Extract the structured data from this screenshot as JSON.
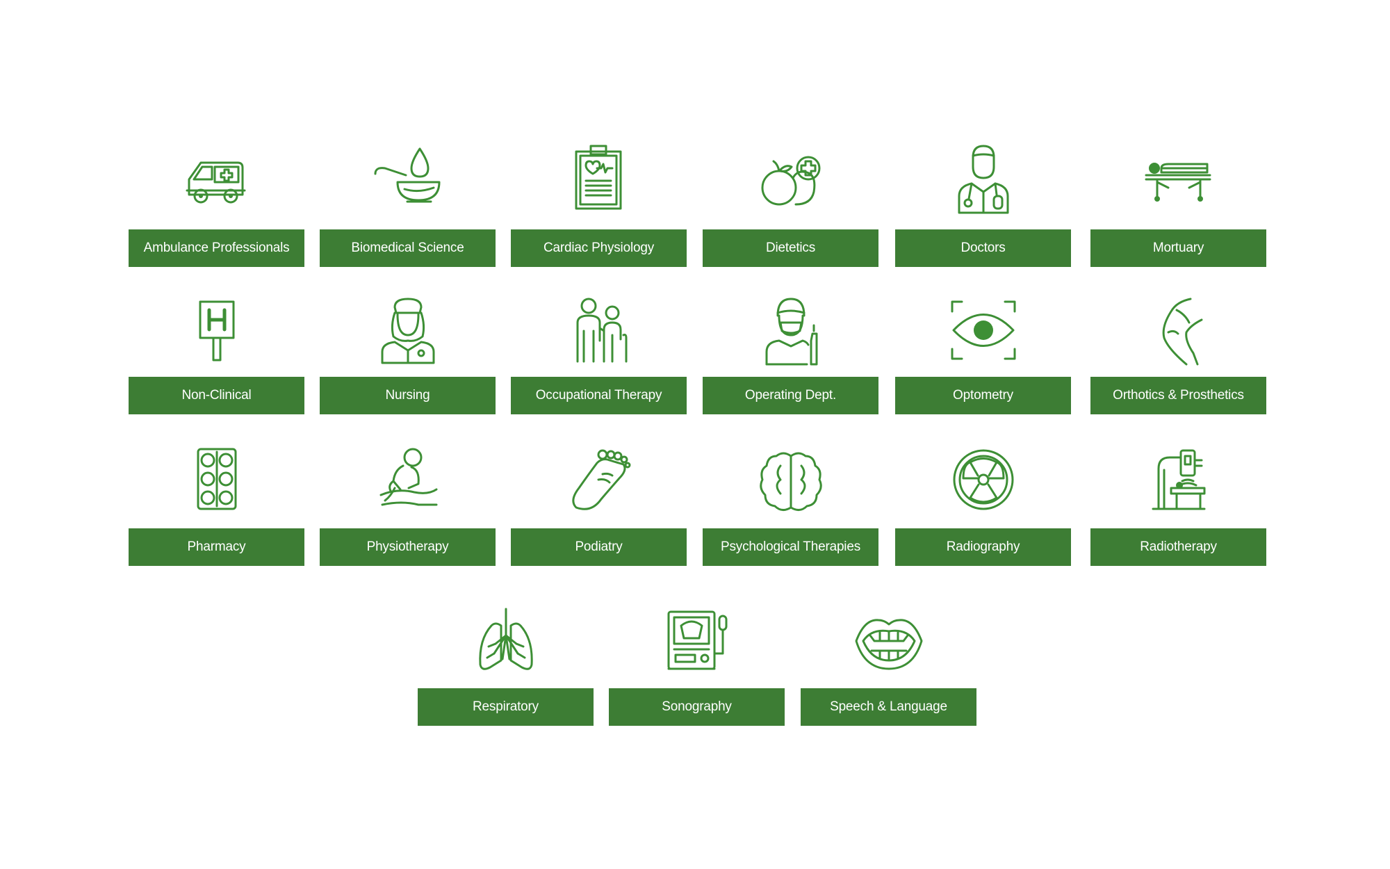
{
  "accent_color": "#3d7d34",
  "icon_color": "#3d8f35",
  "categories": [
    {
      "label": "Ambulance Professionals",
      "icon": "ambulance-icon"
    },
    {
      "label": "Biomedical Science",
      "icon": "blood-drop-dish-icon"
    },
    {
      "label": "Cardiac Physiology",
      "icon": "heart-clipboard-icon"
    },
    {
      "label": "Dietetics",
      "icon": "fruit-plus-icon"
    },
    {
      "label": "Doctors",
      "icon": "doctor-icon"
    },
    {
      "label": "Mortuary",
      "icon": "body-stretcher-icon"
    },
    {
      "label": "Non-Clinical",
      "icon": "hospital-sign-icon"
    },
    {
      "label": "Nursing",
      "icon": "nurse-icon"
    },
    {
      "label": "Occupational Therapy",
      "icon": "elderly-assist-icon"
    },
    {
      "label": "Operating Dept.",
      "icon": "surgeon-icon"
    },
    {
      "label": "Optometry",
      "icon": "eye-scan-icon"
    },
    {
      "label": "Orthotics & Prosthetics",
      "icon": "knee-joint-icon"
    },
    {
      "label": "Pharmacy",
      "icon": "pill-pack-icon"
    },
    {
      "label": "Physiotherapy",
      "icon": "massage-icon"
    },
    {
      "label": "Podiatry",
      "icon": "foot-icon"
    },
    {
      "label": "Psychological Therapies",
      "icon": "brain-icon"
    },
    {
      "label": "Radiography",
      "icon": "radiation-icon"
    },
    {
      "label": "Radiotherapy",
      "icon": "radiotherapy-machine-icon"
    },
    {
      "label": "Respiratory",
      "icon": "lungs-icon"
    },
    {
      "label": "Sonography",
      "icon": "ultrasound-monitor-icon"
    },
    {
      "label": "Speech & Language",
      "icon": "mouth-icon"
    }
  ]
}
